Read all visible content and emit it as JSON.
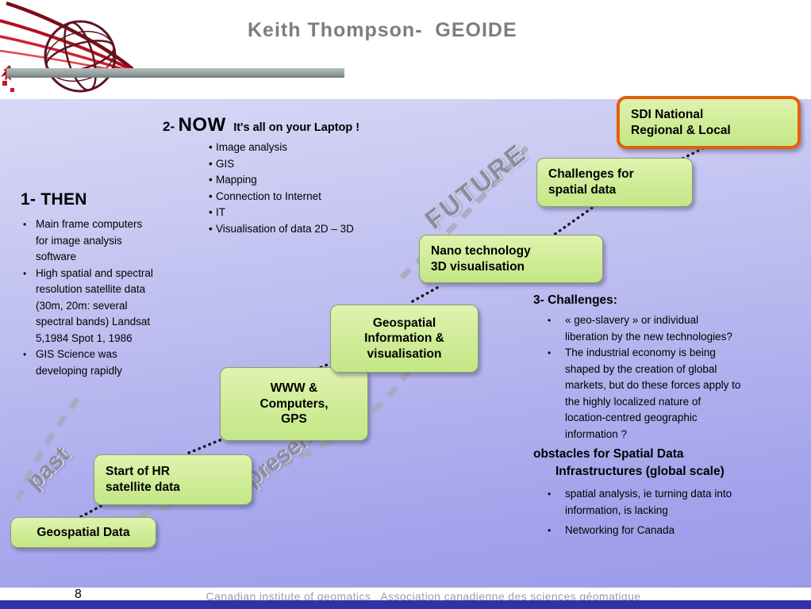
{
  "header": {
    "title": "Keith Thompson-  GEOIDE",
    "logo_icon": "globe-swoosh-logo"
  },
  "sections": {
    "now": {
      "number": "2-",
      "title": "NOW",
      "subtitle": "It's all on your Laptop !",
      "bullets": [
        "Image analysis",
        "GIS",
        "Mapping",
        "Connection to Internet",
        "IT",
        "Visualisation of data 2D – 3D"
      ]
    },
    "then": {
      "title": "1- THEN",
      "bullets": [
        "Main frame computers\nfor image analysis\nsoftware",
        "High spatial and spectral\nresolution satellite data\n(30m, 20m: several\nspectral bands) Landsat\n5,1984 Spot 1, 1986",
        "GIS Science was\ndeveloping rapidly"
      ]
    },
    "challenges": {
      "title": "3- Challenges:",
      "bullets": [
        "« geo-slavery » or individual\nliberation by the new technologies?",
        "The industrial economy is being\nshaped by the creation of global\nmarkets, but do these forces apply to\nthe highly localized nature of\nlocation-centred geographic\ninformation ?"
      ]
    },
    "obstacles": {
      "title": "obstacles for Spatial Data\nInfrastructures (global scale)",
      "bullets": [
        "spatial analysis, ie turning data into\ninformation, is lacking",
        "Networking for Canada"
      ]
    }
  },
  "timeline": {
    "past": "past",
    "present": "present",
    "future": "FUTURE"
  },
  "boxes": [
    {
      "id": "geospatial-data",
      "label": "Geospatial Data"
    },
    {
      "id": "start-hr",
      "label": "Start of HR\nsatellite data"
    },
    {
      "id": "www",
      "label": "WWW &\nComputers,\nGPS"
    },
    {
      "id": "geo-info",
      "label": "Geospatial\nInformation &\nvisualisation"
    },
    {
      "id": "nano",
      "label": "Nano technology\n 3D visualisation"
    },
    {
      "id": "challenges",
      "label": "Challenges for\nspatial data"
    },
    {
      "id": "sdi",
      "label": "SDI National\nRegional & Local",
      "highlighted": true
    }
  ],
  "footer": {
    "page_number": "8",
    "text": "Canadian institute of geomatics   Association canadienne des sciences géomatique"
  },
  "colors": {
    "box_green": "#d4ee9d",
    "sdi_border_orange": "#e2600c",
    "background_purple": "#9b9be9",
    "footer_bar_blue": "#3232a8",
    "title_gray": "#7d7d7d"
  }
}
